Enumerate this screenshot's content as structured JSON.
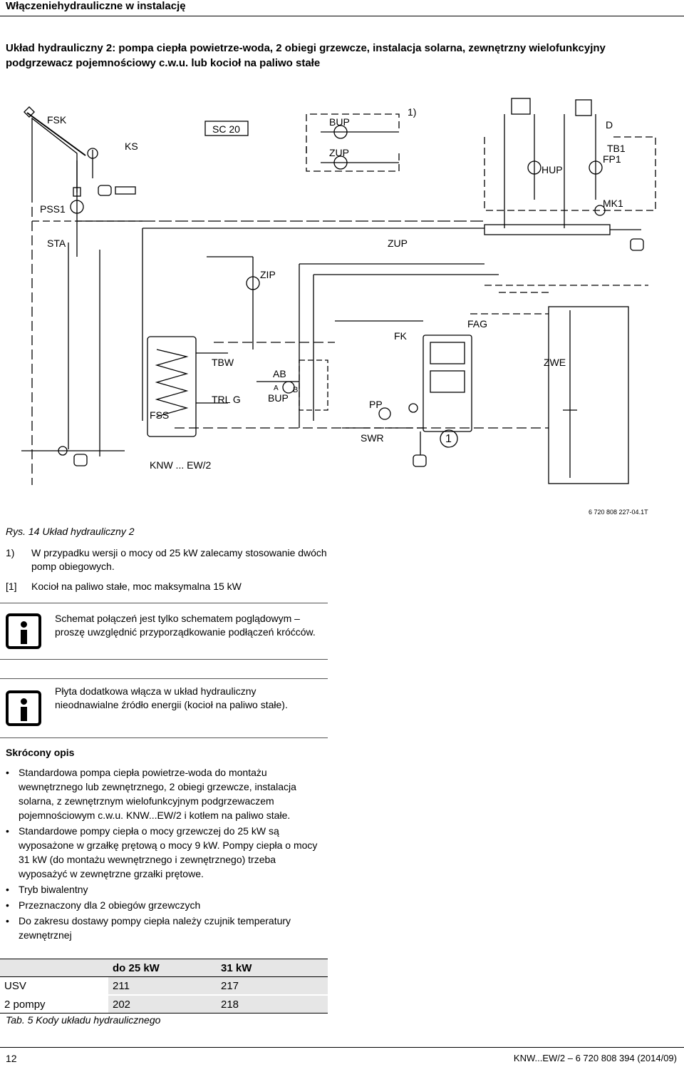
{
  "header": {
    "title": "Włączeniehydrauliczne w instalację"
  },
  "subtitle": "Układ hydrauliczny 2: pompa ciepła powietrze-woda, 2 obiegi grzewcze, instalacja solarna, zewnętrzny wielofunkcyjny podgrzewacz pojemnościowy c.w.u. lub kocioł na paliwo stałe",
  "diagram": {
    "labels": {
      "fsk": "FSK",
      "ks": "KS",
      "sc20": "SC 20",
      "bup_top": "BUP",
      "zup_top": "ZUP",
      "note1": "1)",
      "d": "D",
      "tb1": "TB1",
      "fp1": "FP1",
      "hup": "HUP",
      "pss1": "PSS1",
      "mk1": "MK1",
      "sta": "STA",
      "zup_mid": "ZUP",
      "zip": "ZIP",
      "fk": "FK",
      "fag": "FAG",
      "tbw": "TBW",
      "ab": "AB",
      "a": "A",
      "b": "B",
      "bup_mid": "BUP",
      "trl_g": "TRL G",
      "zwe": "ZWE",
      "fss": "FSS",
      "pp": "PP",
      "swr": "SWR",
      "one": "1",
      "knw": "KNW ... EW/2",
      "code": "6 720 808 227-04.1T"
    }
  },
  "figure": {
    "caption": "Rys. 14   Układ hydrauliczny 2"
  },
  "footnotes": [
    {
      "num": "1)",
      "text": "W przypadku wersji o mocy od 25 kW zalecamy stosowanie dwóch pomp obiegowych."
    },
    {
      "num": "[1]",
      "text": "Kocioł na paliwo stałe, moc maksymalna 15 kW"
    }
  ],
  "notes": [
    {
      "text": "Schemat połączeń jest tylko schematem poglądowym – proszę uwzględnić przyporządkowanie podłączeń króćców."
    },
    {
      "text": "Płyta dodatkowa włącza w układ hydrauliczny nieodnawialne źródło energii (kocioł na paliwo stałe)."
    }
  ],
  "summary": {
    "title": "Skrócony opis",
    "bullets": [
      "Standardowa pompa ciepła powietrze-woda do montażu wewnętrznego lub zewnętrznego, 2 obiegi grzewcze, instalacja solarna, z zewnętrznym wielofunkcyjnym podgrzewaczem pojemnościowym c.w.u. KNW...EW/2 i kotłem na paliwo stałe.",
      "Standardowe pompy ciepła o mocy grzewczej do 25 kW są wyposażone w grzałkę prętową o mocy 9 kW. Pompy ciepła o mocy 31 kW (do montażu wewnętrznego i zewnętrznego) trzeba wyposażyć w zewnętrzne grzałki prętowe.",
      "Tryb biwalentny",
      "Przeznaczony dla 2 obiegów grzewczych",
      "Do zakresu dostawy pompy ciepła należy czujnik temperatury zewnętrznej"
    ]
  },
  "table": {
    "headers": [
      "",
      "do 25 kW",
      "31 kW"
    ],
    "rows": [
      [
        "USV",
        "211",
        "217"
      ],
      [
        "2 pompy",
        "202",
        "218"
      ]
    ],
    "caption": "Tab. 5    Kody układu hydraulicznego"
  },
  "footer": {
    "page": "12",
    "doc": "KNW...EW/2 – 6 720 808 394 (2014/09)"
  }
}
